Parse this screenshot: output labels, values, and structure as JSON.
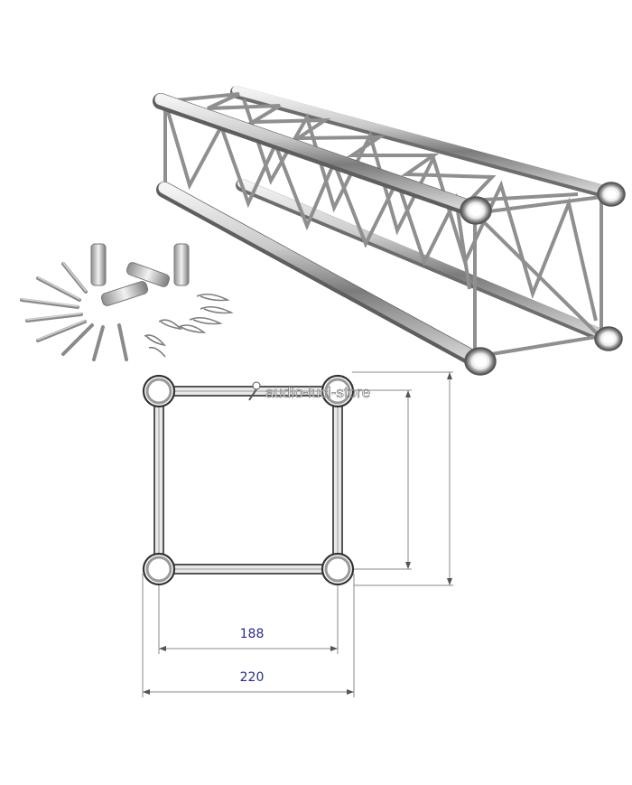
{
  "watermark": "audio-luci-store",
  "dimensions": {
    "inner_width_label": "188",
    "outer_width_label": "220"
  },
  "colors": {
    "label": "#2b2c8f",
    "dimension_line": "#8a8a8a",
    "tube": "#9a9a9a"
  }
}
